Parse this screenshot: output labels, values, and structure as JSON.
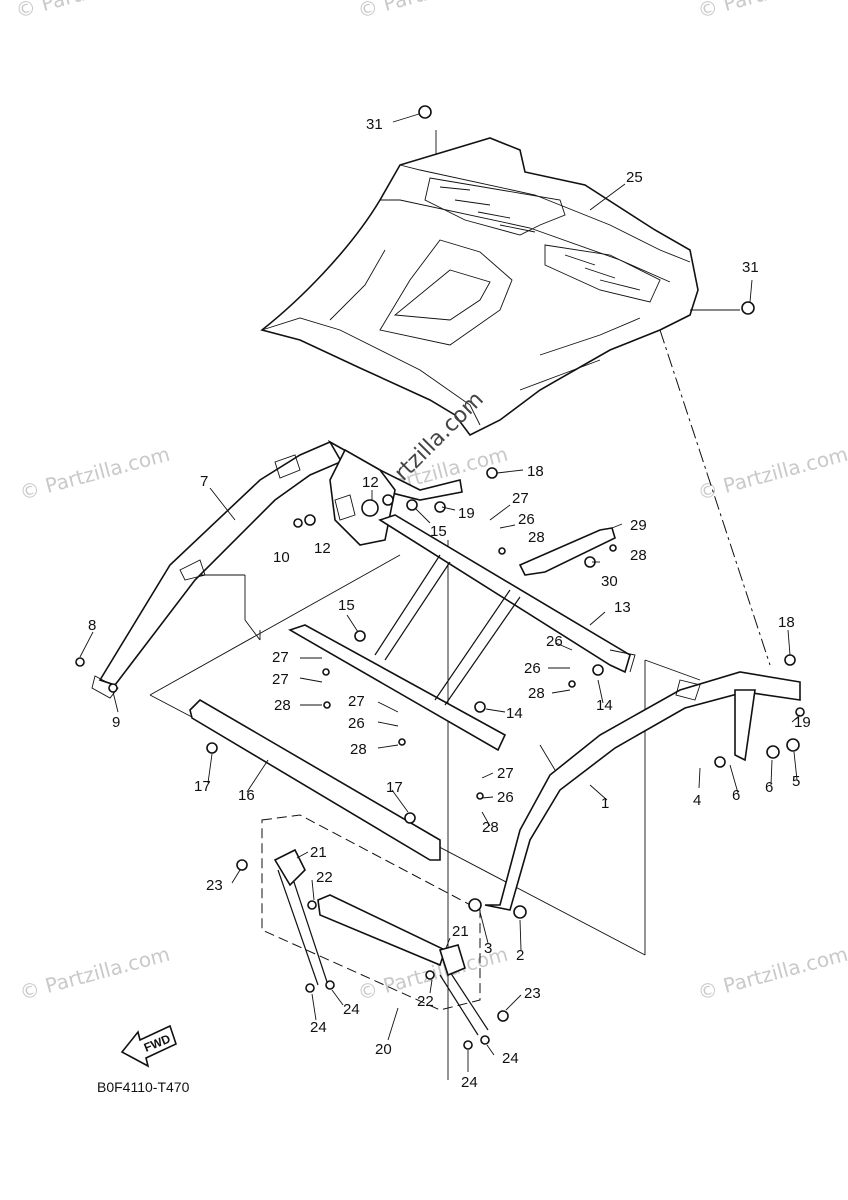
{
  "diagram": {
    "code": "B0F4110-T470",
    "direction_label": "FWD",
    "center_watermark": "Partzilla.com",
    "watermarks": [
      "© Partzilla.com",
      "© Partzilla.com",
      "© Partzilla.com",
      "© Partzilla.com",
      "© Partzilla.com",
      "© Partzilla.com",
      "© Partzilla.com",
      "© Partzilla.com",
      "© Partzilla.com"
    ],
    "labels": [
      "31",
      "25",
      "31",
      "7",
      "18",
      "12",
      "27",
      "29",
      "19",
      "26",
      "15",
      "28",
      "10",
      "12",
      "28",
      "30",
      "15",
      "13",
      "8",
      "18",
      "27",
      "26",
      "27",
      "26",
      "28",
      "14",
      "14",
      "9",
      "28",
      "27",
      "19",
      "26",
      "17",
      "28",
      "4",
      "6",
      "6",
      "5",
      "27",
      "26",
      "1",
      "17",
      "16",
      "28",
      "21",
      "23",
      "22",
      "3",
      "2",
      "21",
      "23",
      "22",
      "24",
      "24",
      "20",
      "24",
      "24"
    ]
  }
}
